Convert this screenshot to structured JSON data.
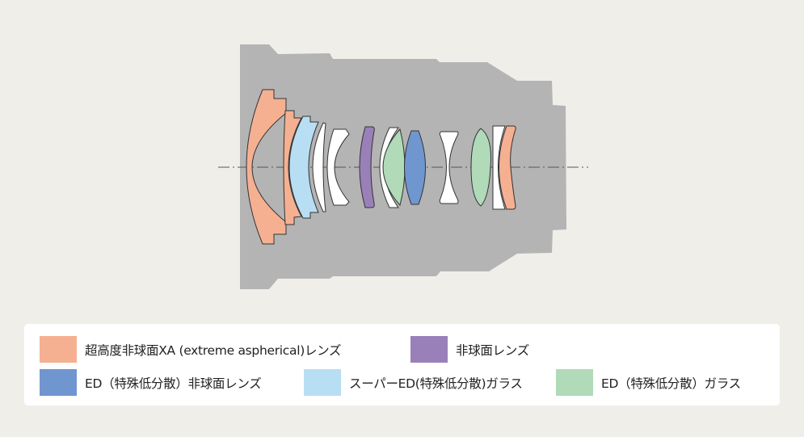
{
  "colors": {
    "background": "#f0eee9",
    "barrel": "#b4b4b4",
    "xa_aspherical": "#f5b092",
    "aspherical": "#9a80b8",
    "ed_aspherical": "#7096cf",
    "super_ed": "#b8def4",
    "ed_glass": "#b0dab8",
    "standard": "#ffffff"
  },
  "legend": [
    {
      "key": "xa_aspherical",
      "label": "超高度非球面XA (extreme aspherical)レンズ"
    },
    {
      "key": "aspherical",
      "label": "非球面レンズ"
    },
    {
      "key": "ed_aspherical",
      "label": "ED（特殊低分散）非球面レンズ"
    },
    {
      "key": "super_ed",
      "label": "スーパーED(特殊低分散)ガラス"
    },
    {
      "key": "ed_glass",
      "label": "ED（特殊低分散）ガラス"
    }
  ]
}
